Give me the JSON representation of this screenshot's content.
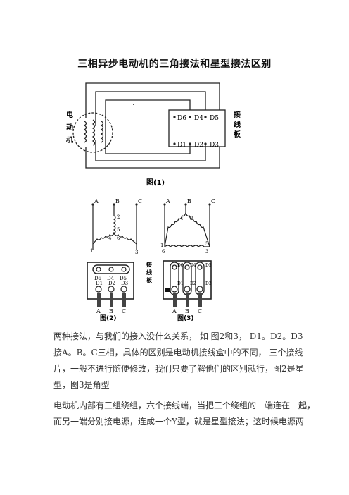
{
  "title": "三相异步电动机的三角接法和星型接法区别",
  "figure1": {
    "motor_chars": [
      "电",
      "动",
      "机"
    ],
    "board_chars": [
      "接",
      "线",
      "板"
    ],
    "terminals_top": [
      "D6",
      "D4",
      "D5"
    ],
    "terminals_bottom": [
      "D1",
      "D2",
      "D3"
    ],
    "caption": "图(1)"
  },
  "figure_star": {
    "phase_labels": [
      "A",
      "B",
      "C"
    ],
    "winding_numbers": [
      "2",
      "5",
      "4",
      "6",
      "1",
      "3"
    ]
  },
  "figure_delta": {
    "phase_labels": [
      "A",
      "B",
      "C"
    ],
    "winding_numbers": [
      "4",
      "2",
      "1",
      "6",
      "5",
      "3"
    ]
  },
  "board_label": [
    "接",
    "线",
    "板"
  ],
  "board2": {
    "top": [
      "D6",
      "D4",
      "D5"
    ],
    "bottom": [
      "D1",
      "D2",
      "D3"
    ],
    "phases": [
      "A",
      "B",
      "C"
    ],
    "caption": "图(2)"
  },
  "board3": {
    "top": [
      "D6",
      "D4",
      "D5"
    ],
    "bottom": [
      "D1",
      "D2",
      "D3"
    ],
    "phases": [
      "A",
      "B",
      "C"
    ],
    "caption": "图(3)"
  },
  "para1": [
    "两种接法，与我们的接入没什么关系，  如 图2和3， D1。D2。D3",
    "接A。B。C三相，具体的区别是电动机接线盒中的不同，  三个接线",
    "片，一般不进行随便修改，我们只要了解他们的区别就行，图2是星",
    "型，图3是角型"
  ],
  "para2": [
    "电动机内部有三组绕组，六个接线端，当把三个绕组的一端连在一起，",
    "而另一端分别接电源，连成一个Y型，就是星型接法；这时候电源两"
  ]
}
